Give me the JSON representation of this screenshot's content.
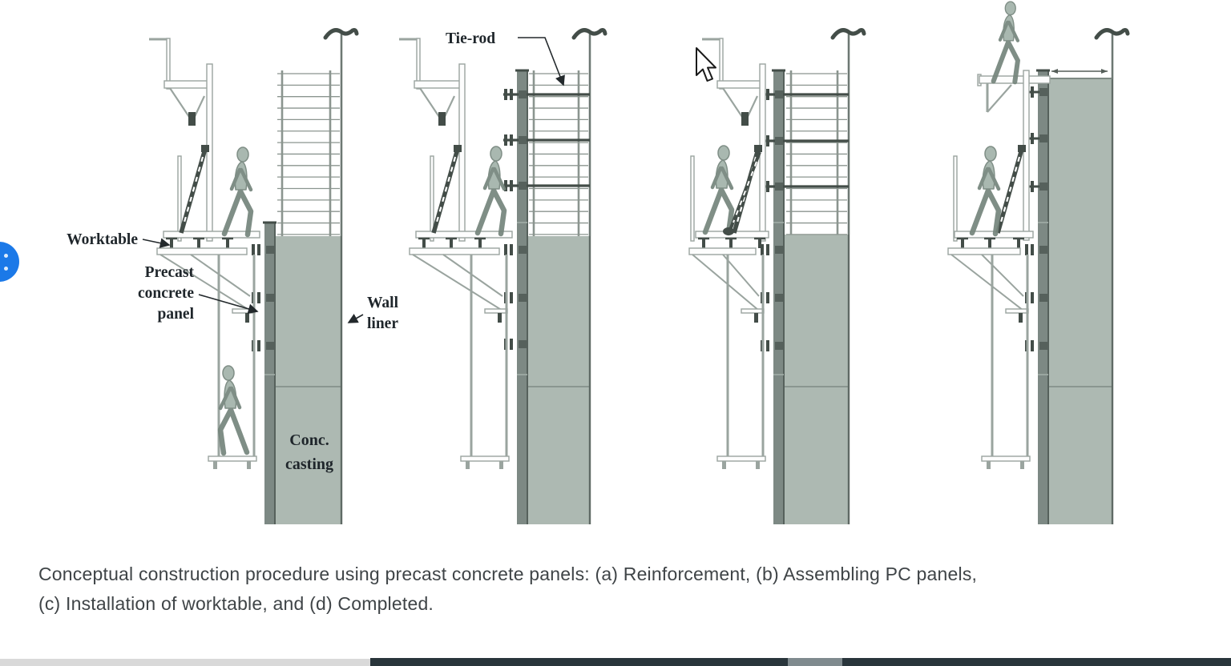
{
  "figure": {
    "caption": {
      "line1": "Conceptual construction procedure using precast concrete panels: (a) Reinforcement, (b) Assembling PC panels,",
      "line2": "(c) Installation of worktable, and (d) Completed."
    },
    "labels": {
      "worktable": "Worktable",
      "precast_line1": "Precast",
      "precast_line2": "concrete",
      "precast_line3": "panel",
      "wall_liner_line1": "Wall",
      "wall_liner_line2": "liner",
      "conc_line1": "Conc.",
      "conc_line2": "casting",
      "tie_rod": "Tie-rod"
    },
    "panels": [
      {
        "id": "a",
        "stage": "Reinforcement"
      },
      {
        "id": "b",
        "stage": "Assembling PC panels"
      },
      {
        "id": "c",
        "stage": "Installation of worktable"
      },
      {
        "id": "d",
        "stage": "Completed"
      }
    ],
    "colors": {
      "concrete": "#adb9b2",
      "concrete_edge": "#5f6a65",
      "joint": "#7e8a84",
      "strip": "#7d8984",
      "strip_edge": "#56615c",
      "rebar": "#8b958f",
      "line": "#9aa49f",
      "dark": "#434d48",
      "worker": "#a2b3aa",
      "worker_stroke": "#75857c",
      "white": "#fdfdfd"
    }
  },
  "ui": {
    "cursor_icon": "arrow-pointer-icon",
    "side_button_icon": "circular-blue-button",
    "bottom_bar": {
      "light": "#d9d9d9",
      "dark": "#29353b",
      "thumb": "#7f8a8e"
    }
  }
}
